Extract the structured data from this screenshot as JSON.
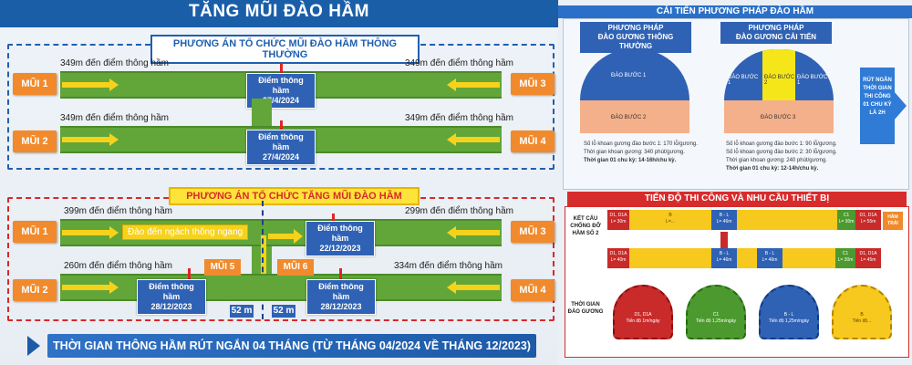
{
  "title": "TĂNG MŨI ĐÀO HẦM",
  "plan1": {
    "title": "PHƯƠNG ÁN TỔ CHỨC MŨI ĐÀO HẦM THÔNG THƯỜNG",
    "rows": [
      {
        "left_face": "MŨI 1",
        "right_face": "MŨI 3",
        "left_dist": "349m đến điểm thông hầm",
        "right_dist": "349m đến điểm thông hầm",
        "breakthrough": "Điểm thông hầm\n27/4/2024"
      },
      {
        "left_face": "MŨI 2",
        "right_face": "MŨI 4",
        "left_dist": "349m đến điểm thông hầm",
        "right_dist": "349m đến điểm thông hầm",
        "breakthrough": "Điểm thông hầm\n27/4/2024"
      }
    ]
  },
  "plan2": {
    "title": "PHƯƠNG ÁN TỔ CHỨC TĂNG MŨI ĐÀO HẦM",
    "row1": {
      "left_face": "MŨI 1",
      "right_face": "MŨI 3",
      "left_dist": "399m đến điểm thông hầm",
      "right_dist": "299m đến điểm thông hầm",
      "cross_label": "Đào đến ngách thông ngang",
      "breakthrough": "Điểm thông hầm\n22/12/2023"
    },
    "row2": {
      "left_face": "MŨI 2",
      "right_face": "MŨI 4",
      "left_dist": "260m đến điểm thông hầm",
      "right_dist": "334m đến điểm thông hầm",
      "left_bt": "Điểm thông hầm\n28/12/2023",
      "right_bt": "Điểm thông hầm\n28/12/2023",
      "face5": "MŨI 5",
      "face6": "MŨI 6"
    },
    "len_left": "52 m",
    "len_right": "52 m"
  },
  "banner": "THỜI GIAN THÔNG HẦM RÚT NGẮN 04 THÁNG (TỪ THÁNG 04/2024 VỀ THÁNG 12/2023)",
  "improve": {
    "title": "CẢI TIẾN PHƯƠNG PHÁP ĐÀO HẦM",
    "method_old": "PHƯƠNG PHÁP\nĐÀO GƯƠNG THÔNG THƯỜNG",
    "method_new": "PHƯƠNG PHÁP\nĐÀO GƯƠNG CẢI TIẾN",
    "old_top": "ĐÀO BƯỚC 1",
    "old_bottom": "ĐÀO BƯỚC 2",
    "new_left": "ĐÀO BƯỚC 1",
    "new_mid": "ĐÀO BƯỚC 2",
    "new_right": "ĐÀO BƯỚC 1",
    "new_bottom": "ĐÀO BƯỚC 3",
    "old_notes": [
      "Số lỗ khoan gương đào bước 1: 170 lỗ/gương.",
      "Thời gian khoan gương: 340 phút/gương.",
      "Thời gian 01 chu kỳ: 14-16h/chu kỳ."
    ],
    "new_notes": [
      "Số lỗ khoan gương đào bước 1: 90 lỗ/gương.",
      "Số lỗ khoan gương đào bước 2: 30 lỗ/gương.",
      "Thời gian khoan gương: 240 phút/gương.",
      "Thời gian 01 chu kỳ: 12-14h/chu kỳ."
    ],
    "reduce": "RÚT NGẮN\nTHỜI GIAN\nTHI CÔNG\n01 CHU KỲ\nLÀ 2H"
  },
  "progress": {
    "title": "TIẾN ĐỘ THI CÔNG VÀ NHU CẦU THIẾT BỊ",
    "row_label": "KẾT CẤU\nCHỐNG ĐỠ\nHẦM SỐ 2",
    "row2_label": "THỜI GIAN\nĐÀO GƯƠNG",
    "side_label": "HẦM\nTRÁI",
    "seg_a": "D1, D1A\nL= 30m",
    "seg_b": "B\nL=...",
    "seg_c": "B - L\nL= 46m",
    "seg_d": "C1\nL= 30m",
    "seg_e": "D1, D1A\nL= 55m",
    "seg_f": "D1, D1A\nL= 40m",
    "seg_g": "B - L\nL= 46m",
    "seg_h": "D1, D1A\nL= 45m",
    "faces": [
      {
        "label": "D1, D1A\nTiến độ 1m/ngày"
      },
      {
        "label": "C1\nTiến độ 1,25m/ngày"
      },
      {
        "label": "B - L\nTiến độ 1,25m/ngày"
      },
      {
        "label": "B\nTiến độ..."
      }
    ],
    "colors": {
      "red": "#c92a2a",
      "yellow": "#f7c81e",
      "blue": "#2f62b4",
      "green": "#4c9a2f"
    }
  }
}
